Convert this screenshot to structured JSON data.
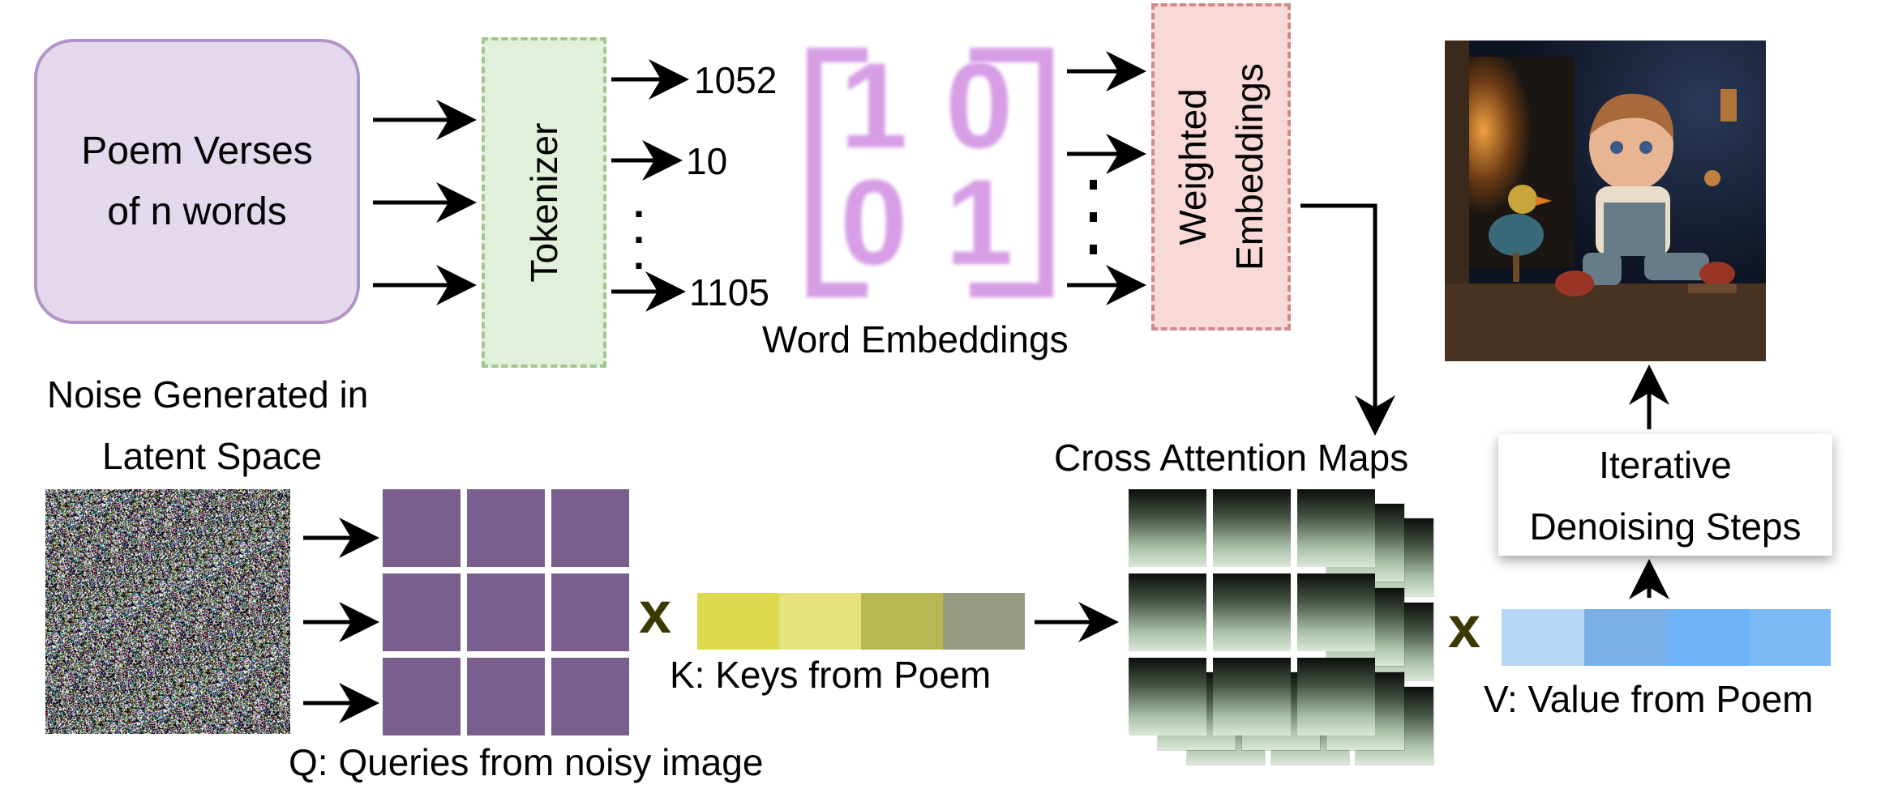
{
  "poem_box": {
    "line1": "Poem Verses",
    "line2": "of n words"
  },
  "tokenizer": {
    "label": "Tokenizer"
  },
  "token_ids": {
    "first": "1052",
    "second": "10",
    "last": "1105",
    "ellipsis": "."
  },
  "word_embeddings": {
    "label": "Word Embeddings",
    "matrix": [
      "1",
      "0",
      "0",
      "1"
    ]
  },
  "weighted_embeddings": {
    "line1": "Weighted",
    "line2": "Embeddings"
  },
  "noise": {
    "line1": "Noise Generated in",
    "line2": "Latent Space"
  },
  "queries": {
    "label": "Q: Queries from noisy image"
  },
  "keys": {
    "label": "K: Keys from Poem",
    "colors": [
      "#dfd94e",
      "#e6e37f",
      "#b8b853",
      "#999a84"
    ]
  },
  "cross_attention": {
    "label": "Cross Attention Maps"
  },
  "values": {
    "label": "V: Value from Poem",
    "colors": [
      "#b6d7f8",
      "#7ab0e6",
      "#6eb3f7",
      "#7bb9f7"
    ]
  },
  "multiply_symbol": "x",
  "iterative": {
    "line1": "Iterative",
    "line2": "Denoising Steps"
  },
  "colors": {
    "poem_fill": "#e3d8ec",
    "tokenizer_fill": "#e2efda",
    "weighted_fill": "#f9d8d8",
    "query_cell": "#7a5e8d",
    "embedding_glyph": "#d79ee6"
  }
}
